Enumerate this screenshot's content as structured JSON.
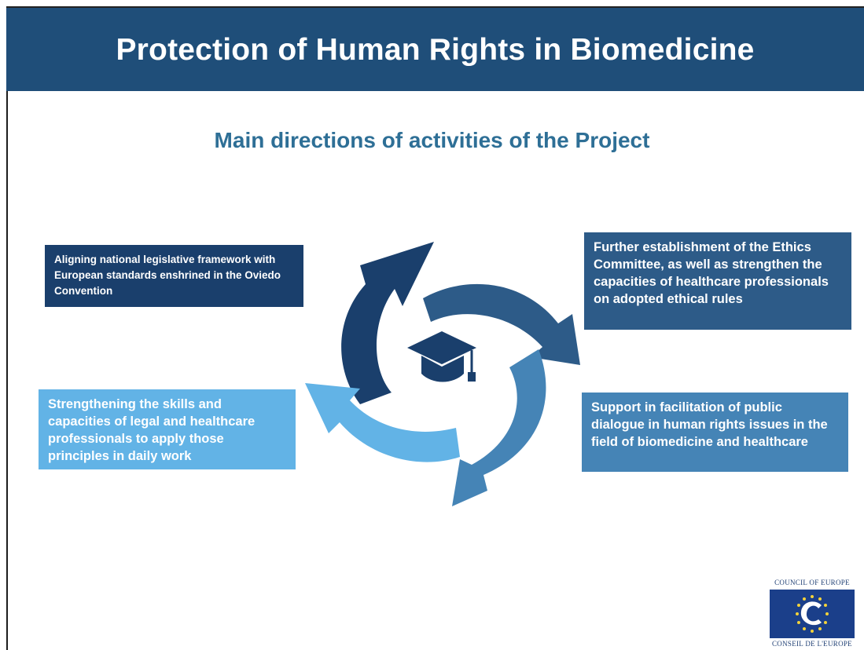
{
  "title": "Protection of Human Rights in Biomedicine",
  "subtitle": "Main directions of activities of the Project",
  "boxes": [
    "Aligning national legislative framework with European standards enshrined in the Oviedo Convention",
    "Further establishment of the Ethics Committee, as well as strengthen the capacities of healthcare professionals on adopted ethical rules",
    "Support in facilitation of  public dialogue in human rights issues in the field of biomedicine and healthcare",
    "Strengthening the skills and capacities of legal and healthcare professionals to apply those principles in daily work"
  ],
  "center_icon": "graduation-cap-icon",
  "logo": {
    "top": "COUNCIL OF EUROPE",
    "bottom": "CONSEIL DE L'EUROPE"
  },
  "colors": {
    "header": "#1f4e79",
    "subtitle": "#2e6f96",
    "box1": "#1a3f6c",
    "box2": "#2d5b88",
    "box3": "#4584b6",
    "box4": "#62b3e6"
  }
}
